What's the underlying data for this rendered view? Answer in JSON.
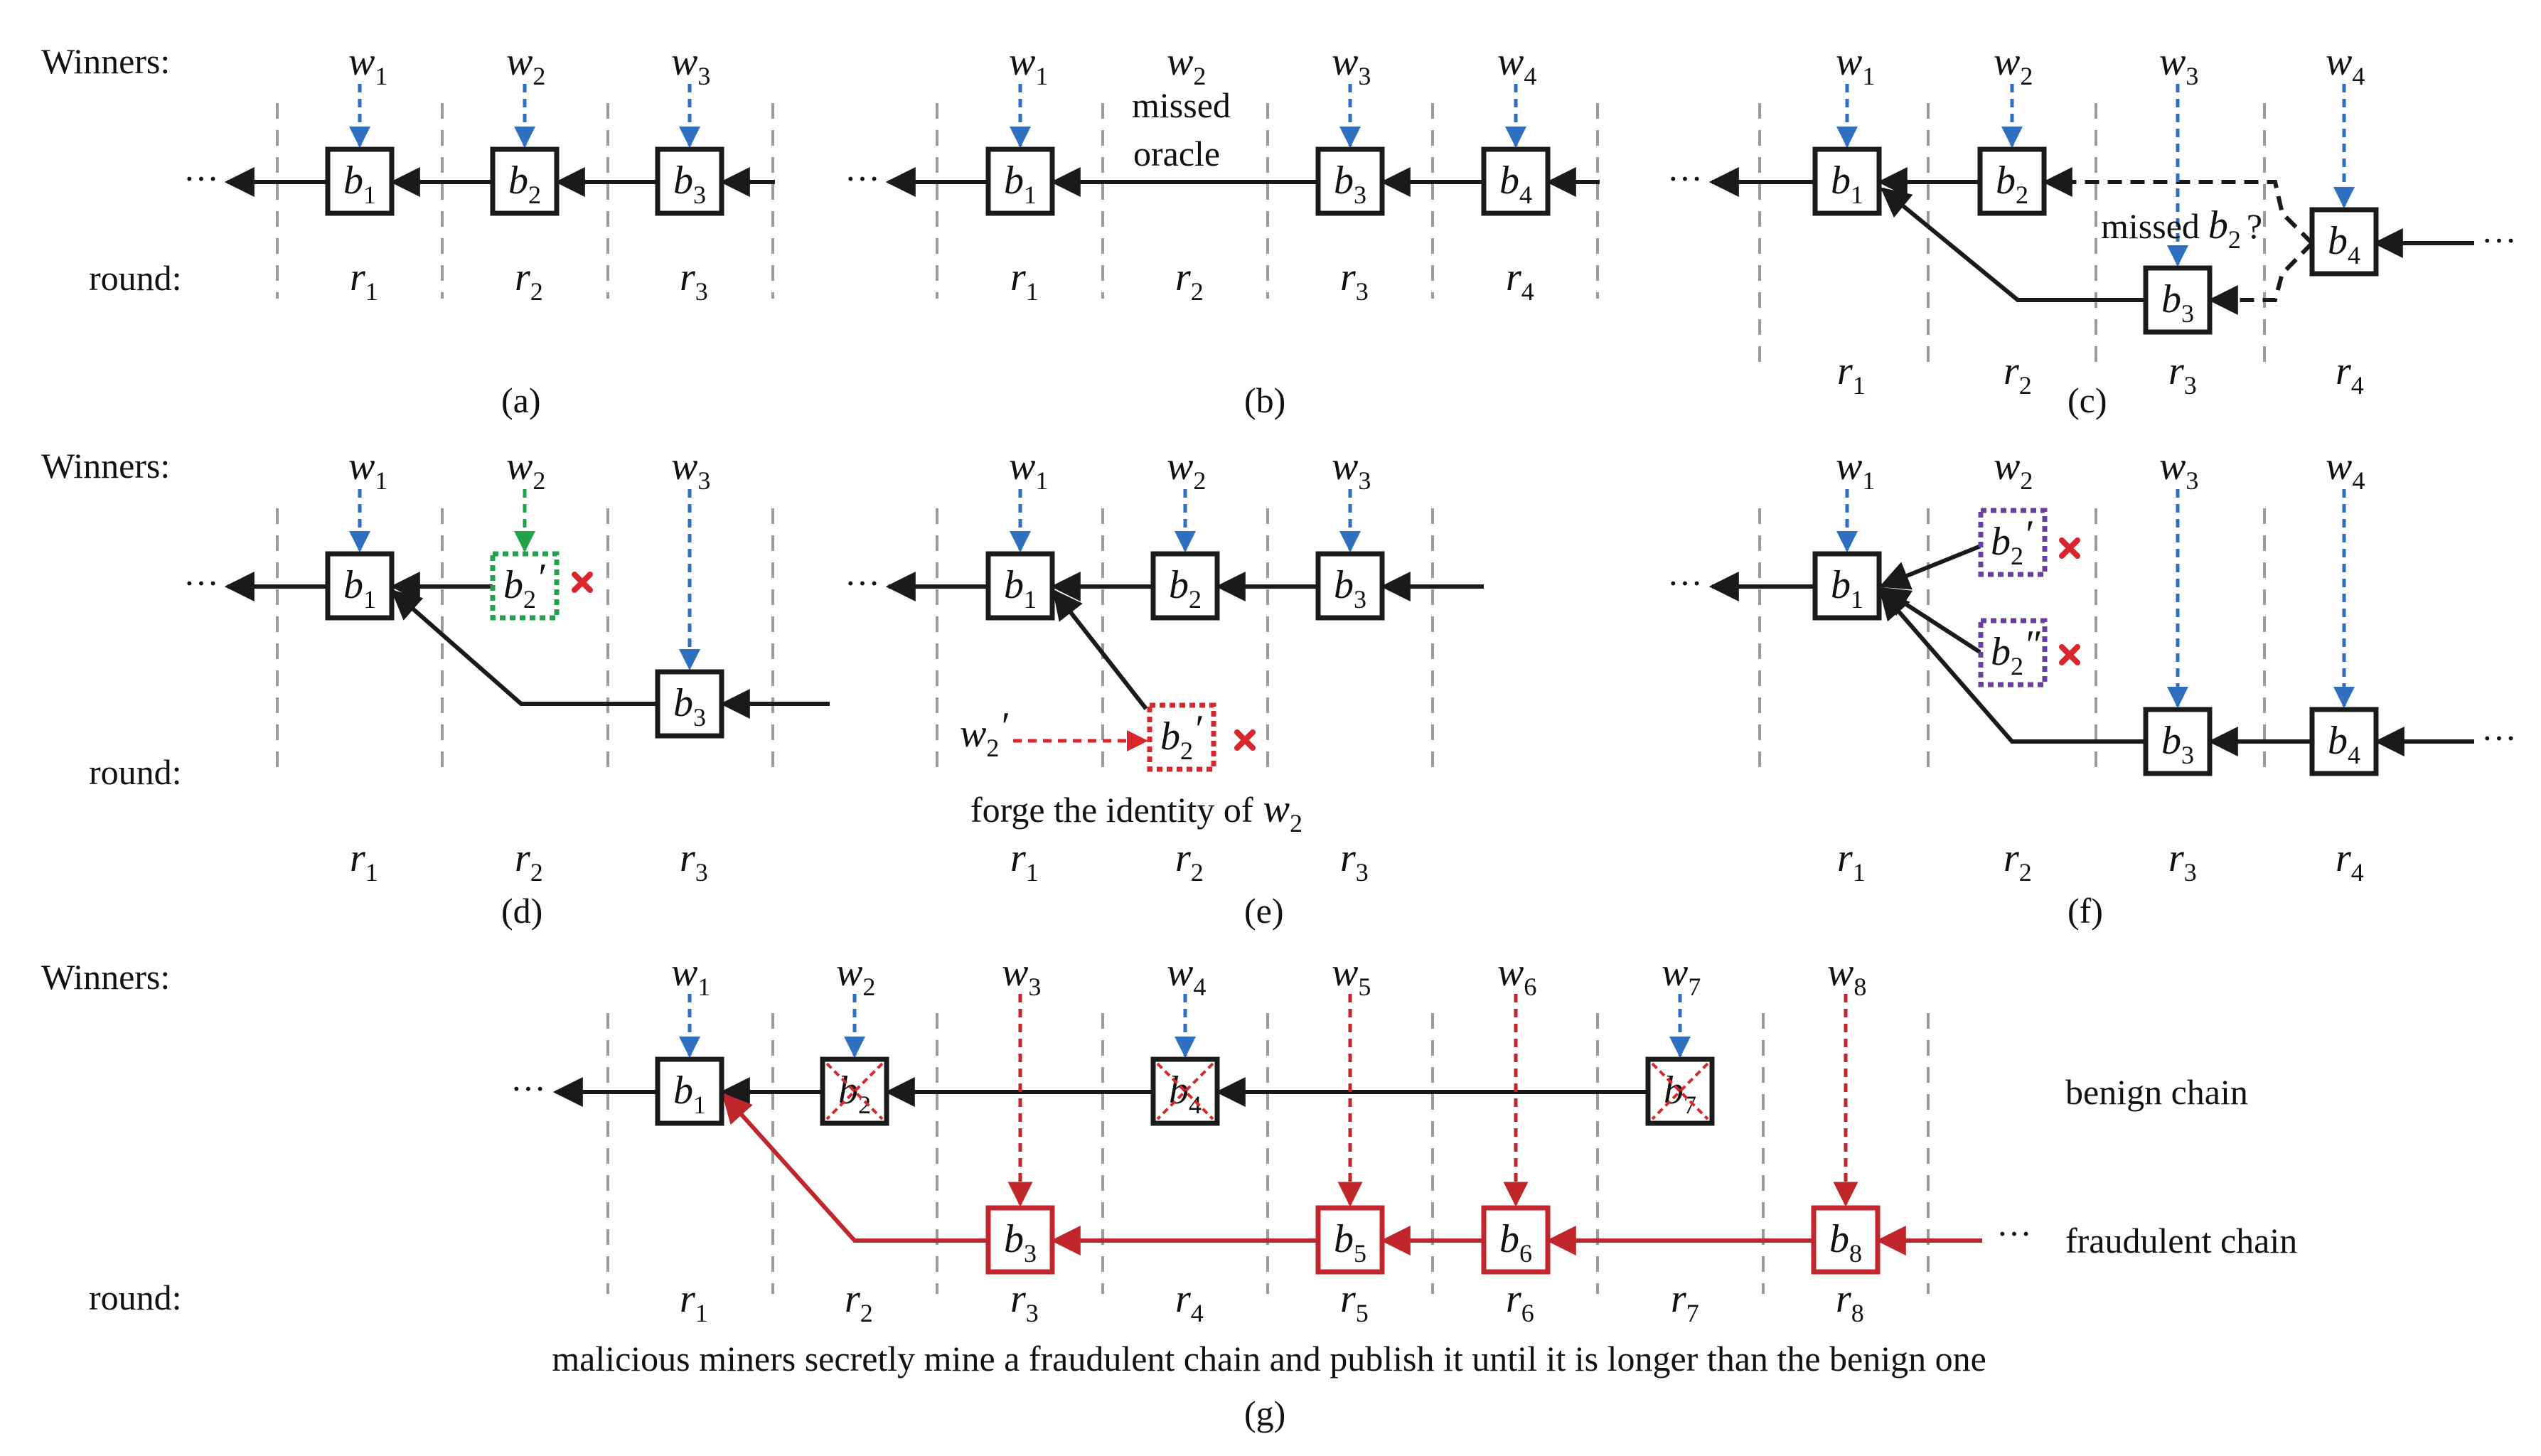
{
  "labels": {
    "winners": "Winners:",
    "round": "round:",
    "ellipsis": "···",
    "missed_oracle_1": "missed",
    "missed_oracle_2": "oracle",
    "missed_b2": "missed",
    "missed_b2_q": "?",
    "forge": "forge the identity of",
    "benign_chain": "benign chain",
    "fraudulent_chain": "fraudulent chain",
    "malicious": "malicious miners secretly mine a fraudulent chain and publish it until it is longer than the benign one"
  },
  "captions": [
    "(a)",
    "(b)",
    "(c)",
    "(d)",
    "(e)",
    "(f)",
    "(g)"
  ],
  "symbols": {
    "winner": "w",
    "block": "b",
    "round": "r",
    "prime": "′",
    "double_prime": "″",
    "subs": [
      "1",
      "2",
      "3",
      "4",
      "5",
      "6",
      "7",
      "8"
    ]
  },
  "colors": {
    "arrow_black": "#1a1a1a",
    "winner_blue": "#2f6fbf",
    "fork_green": "#22a34a",
    "forged_red": "#d9262c",
    "fork_purple": "#6b3fa0",
    "fraud_red": "#c0272d",
    "divider_gray": "#9a9a9a"
  }
}
